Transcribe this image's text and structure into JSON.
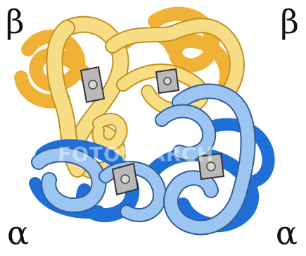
{
  "labels": {
    "top_left": "β",
    "top_right": "β",
    "bottom_left": "α",
    "bottom_right": "α"
  },
  "watermark": "FOTOSEARCH",
  "colors": {
    "beta_dark": "#f0b236",
    "beta_light": "#f7de86",
    "beta_outline": "#c4901f",
    "alpha_dark": "#1f6fd6",
    "alpha_light": "#9cc5f2",
    "alpha_outline": "#2f5d98",
    "heme": "#b9b9b9"
  }
}
